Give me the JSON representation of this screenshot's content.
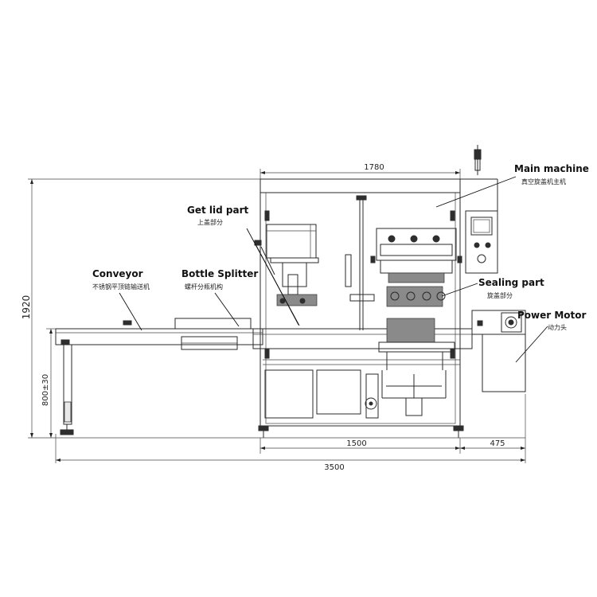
{
  "dimensions": {
    "top_width": "1780",
    "height_total": "1920",
    "table_height": "800±30",
    "main_width": "1500",
    "motor_width": "475",
    "overall_width": "3500"
  },
  "labels": {
    "main_machine": {
      "en": "Main machine",
      "cn": "真空旋盖机主机"
    },
    "get_lid_part": {
      "en": "Get lid part",
      "cn": "上盖部分"
    },
    "conveyor": {
      "en": "Conveyor",
      "cn": "不锈钢平顶链输送机"
    },
    "bottle_splitter": {
      "en": "Bottle Splitter",
      "cn": "螺杆分瓶机构"
    },
    "sealing_part": {
      "en": "Sealing part",
      "cn": "旋盖部分"
    },
    "power_motor": {
      "en": "Power Motor",
      "cn": "动力头"
    }
  }
}
